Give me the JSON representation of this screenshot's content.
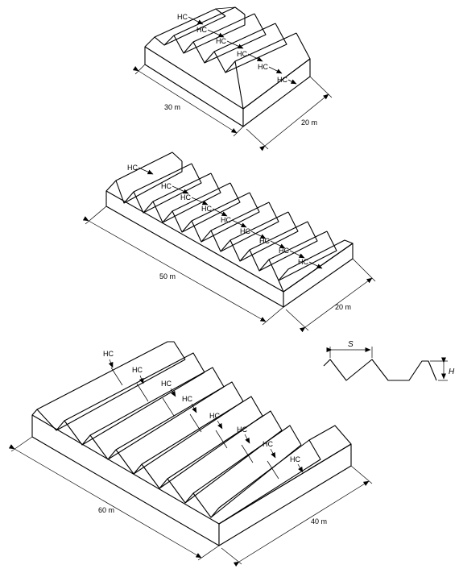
{
  "diagram_a": {
    "hc_labels": [
      "HC",
      "HC",
      "HC",
      "HC",
      "HC",
      "HC"
    ],
    "width_label": "30 m",
    "depth_label": "20 m"
  },
  "diagram_b": {
    "hc_labels": [
      "HC",
      "HC",
      "HC",
      "HC",
      "HC",
      "HC",
      "HC",
      "HC",
      "HC"
    ],
    "width_label": "50 m",
    "depth_label": "20 m"
  },
  "diagram_c": {
    "hc_labels": [
      "HC",
      "HC",
      "HC",
      "HC",
      "HC",
      "HC",
      "HC",
      "HC"
    ],
    "width_label": "60 m",
    "depth_label": "40 m"
  },
  "profile_detail": {
    "spacing_label": "S",
    "height_label": "H"
  }
}
